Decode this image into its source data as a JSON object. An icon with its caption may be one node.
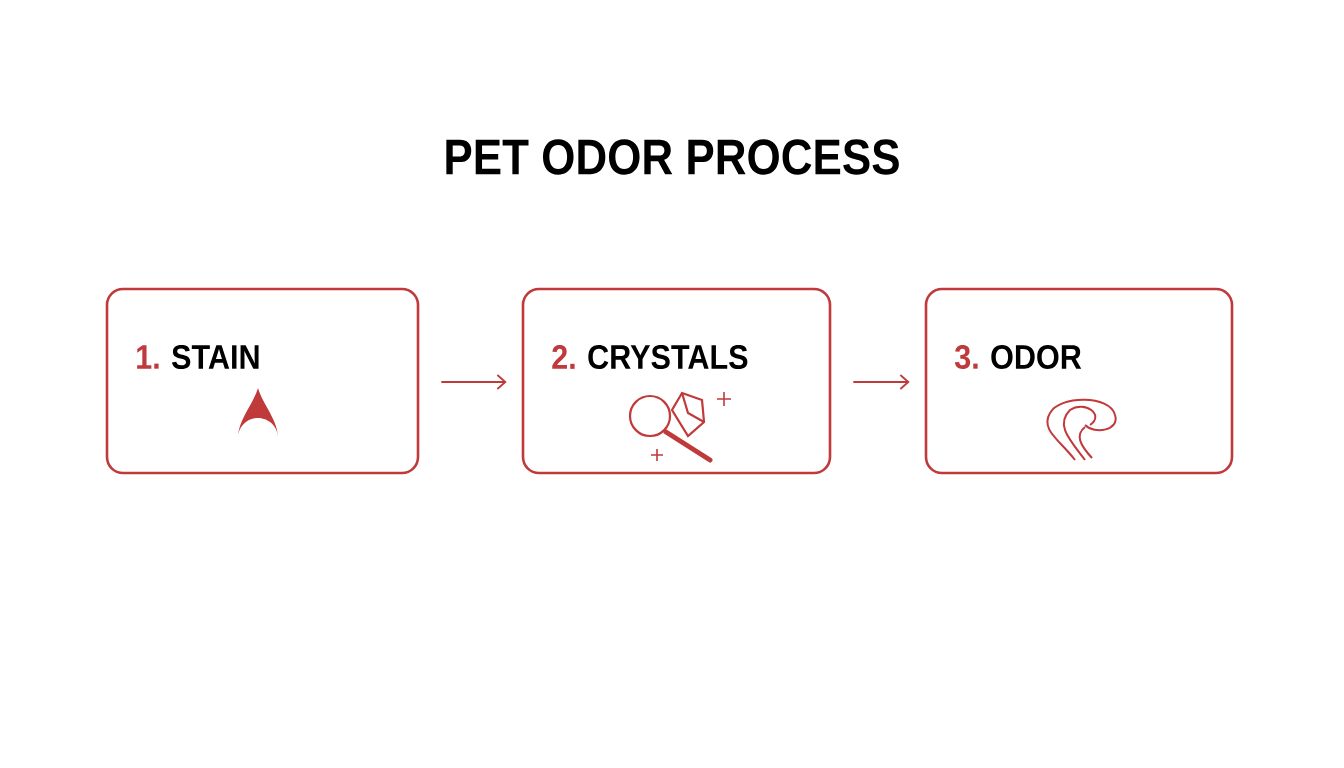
{
  "diagram": {
    "title": "PET ODOR PROCESS",
    "nodes": [
      {
        "text": [
          "1.",
          "STAIN"
        ]
      },
      {
        "text": [
          "2.",
          "CRYSTALS"
        ]
      },
      {
        "text": [
          "3.",
          "ODOR"
        ]
      }
    ],
    "edges": [
      {
        "from": 0,
        "to": 1,
        "arrow": "to"
      },
      {
        "from": 1,
        "to": 2,
        "arrow": "to"
      }
    ]
  }
}
